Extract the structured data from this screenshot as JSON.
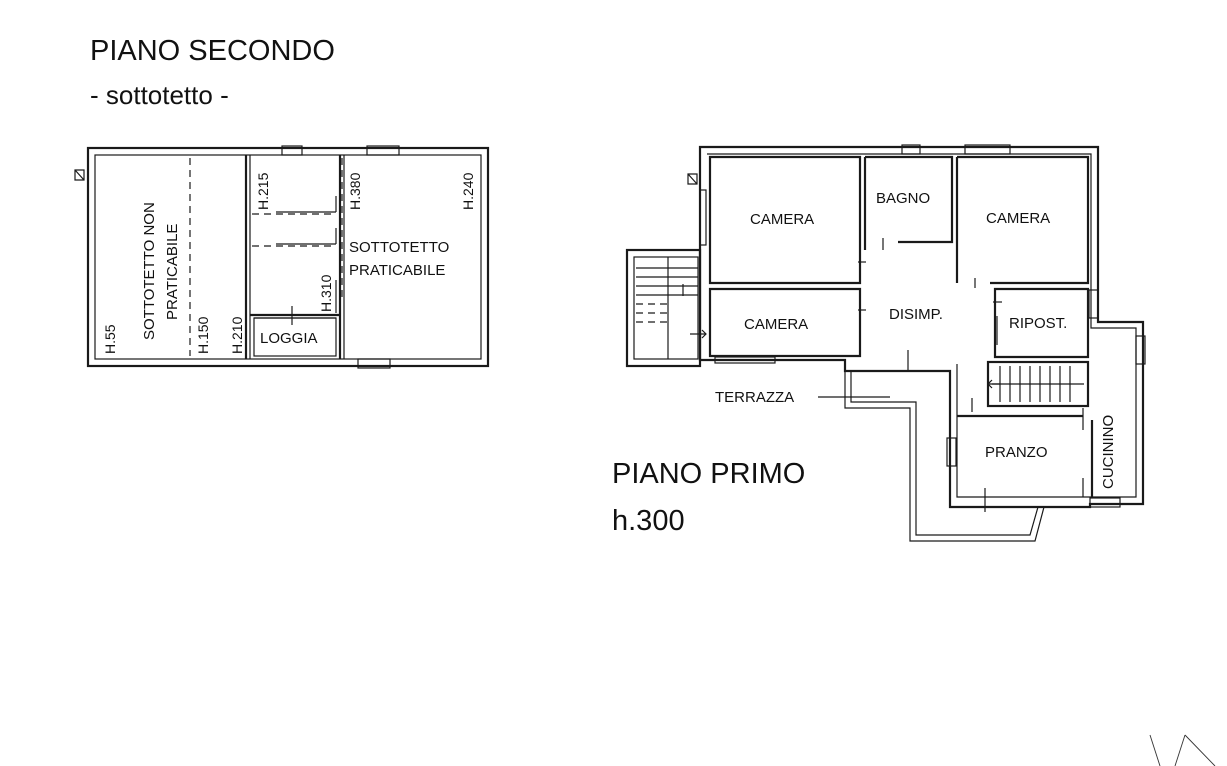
{
  "second_floor": {
    "title": "PIANO SECONDO",
    "subtitle": "- sottotetto -",
    "rooms": {
      "non_praticabile_line1": "SOTTOTETTO NON",
      "non_praticabile_line2": "PRATICABILE",
      "praticabile_line1": "SOTTOTETTO",
      "praticabile_line2": "PRATICABILE",
      "loggia": "LOGGIA"
    },
    "heights": {
      "h55": "H.55",
      "h150": "H.150",
      "h210": "H.210",
      "h215": "H.215",
      "h310": "H.310",
      "h380": "H.380",
      "h240": "H.240"
    }
  },
  "first_floor": {
    "title": "PIANO PRIMO",
    "height": "h.300",
    "rooms": {
      "camera_top_left": "CAMERA",
      "bagno": "BAGNO",
      "camera_top_right": "CAMERA",
      "camera_mid_left": "CAMERA",
      "disimp": "DISIMP.",
      "ripost": "RIPOST.",
      "terrazza": "TERRAZZA",
      "pranzo": "PRANZO",
      "cucinino": "CUCININO"
    }
  }
}
